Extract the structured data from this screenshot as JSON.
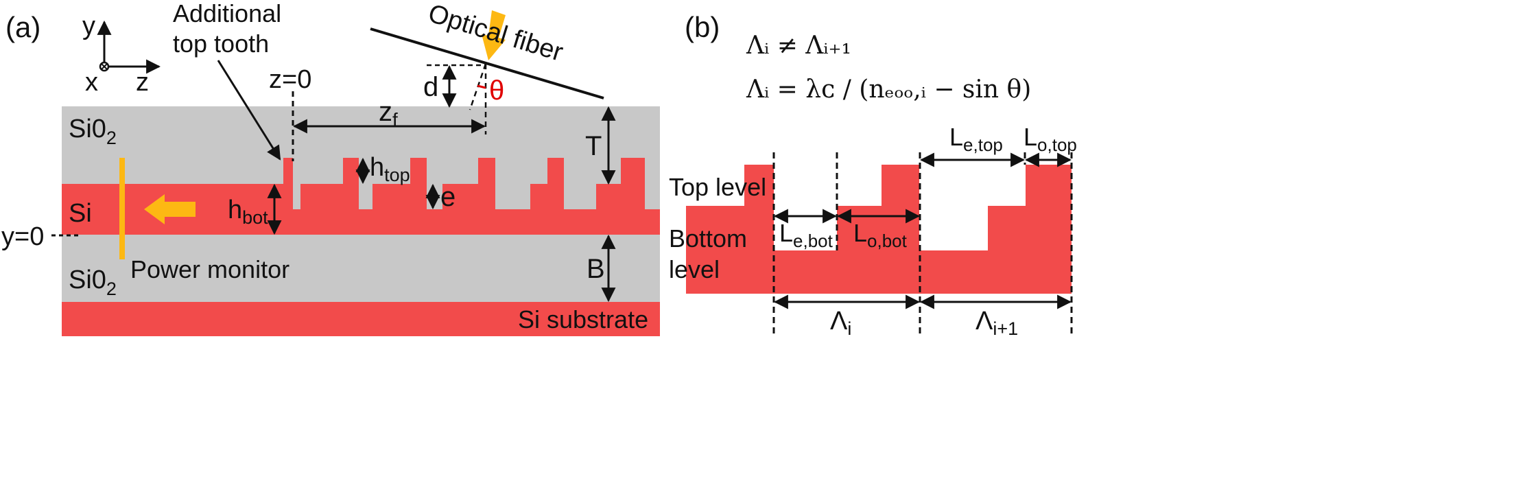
{
  "colors": {
    "oxide": "#C8C8C8",
    "silicon": "#F24B4B",
    "arrow": "#FDB813",
    "theta": "#E00000",
    "ink": "#111111"
  },
  "panel_a": {
    "label": "(a)",
    "axes": {
      "y": "y",
      "x": "x",
      "z": "z"
    },
    "tooth_note_line1": "Additional",
    "tooth_note_line2": "top tooth",
    "z0": "z=0",
    "fiber": "Optical fiber",
    "d": "d",
    "theta": "θ",
    "zf_main": "z",
    "zf_sub": "f",
    "T": "T",
    "htop_main": "h",
    "htop_sub": "top",
    "e": "e",
    "hbot_main": "h",
    "hbot_sub": "bot",
    "sio2_top_main": "Si0",
    "sio2_top_sub": "2",
    "si": "Si",
    "y0": "y=0",
    "power_monitor": "Power monitor",
    "sio2_bot_main": "Si0",
    "sio2_bot_sub": "2",
    "B": "B",
    "substrate": "Si substrate"
  },
  "panel_b": {
    "label": "(b)",
    "eq1": "Λᵢ ≠ Λᵢ₊₁",
    "eq2": "Λᵢ = λᴄ / (nₑₒₒ,ᵢ − sin θ)",
    "top_level": "Top level",
    "bottom_line1": "Bottom",
    "bottom_line2": "level",
    "le_top_main": "L",
    "le_top_sub": "e,top",
    "lo_top_main": "L",
    "lo_top_sub": "o,top",
    "le_bot_main": "L",
    "le_bot_sub": "e,bot",
    "lo_bot_main": "L",
    "lo_bot_sub": "o,bot",
    "lam_i_main": "Λ",
    "lam_i_sub": "i",
    "lam_i1_main": "Λ",
    "lam_i1_sub": "i+1"
  }
}
